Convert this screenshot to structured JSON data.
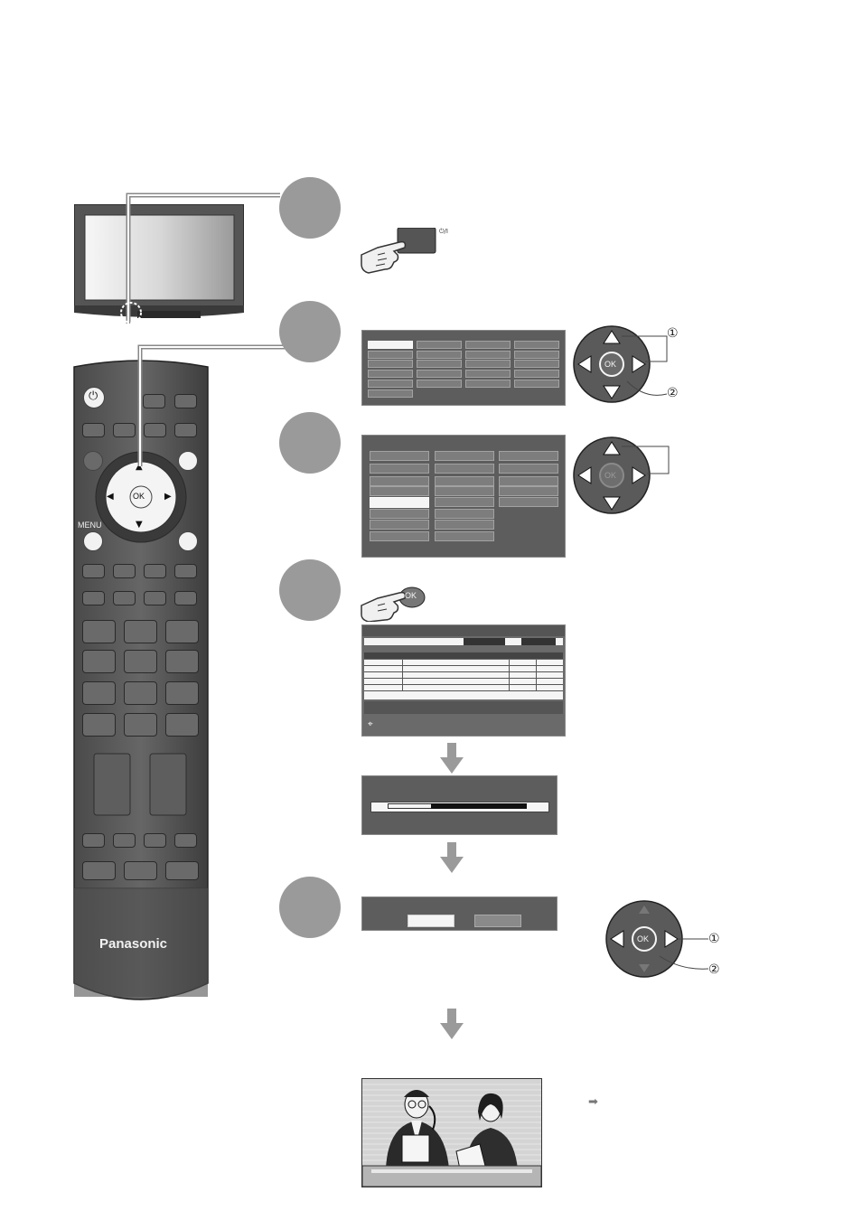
{
  "remote": {
    "brand": "Panasonic",
    "menu_label": "MENU",
    "ok_label": "OK",
    "power_icon": "power-icon",
    "nav_arrows": [
      "▲",
      "◀",
      "▶",
      "▼"
    ]
  },
  "step1": {
    "power_switch_symbol": "⏻/I",
    "icon": "finger-press-icon"
  },
  "step2": {
    "marker_1": "①",
    "marker_2": "②",
    "ok_label": "OK"
  },
  "step3": {
    "ok_label": "OK"
  },
  "step4": {
    "ok_label": "OK",
    "icon": "finger-press-ok-icon"
  },
  "step6": {
    "marker_1": "①",
    "marker_2": "②",
    "ok_label": "OK"
  },
  "result": {
    "bullet_icon": "right-arrow-icon"
  },
  "colors": {
    "step_circle": "#9a9a9a",
    "panel": "#5d5d5d",
    "remote_body": "#5a5a5a"
  }
}
